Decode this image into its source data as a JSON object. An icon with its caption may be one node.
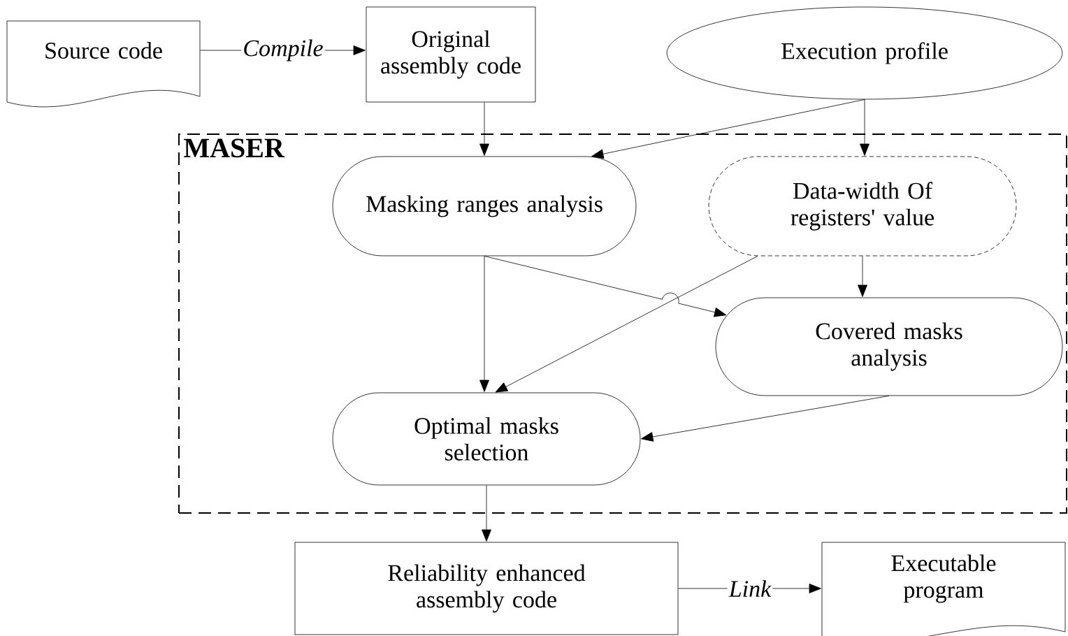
{
  "diagram": {
    "nodes": [
      {
        "text": [
          "Source code"
        ]
      },
      {
        "text": [
          "Original assembly code"
        ]
      },
      {
        "text": [
          "Execution profile"
        ]
      },
      {
        "text": [
          "MASER"
        ]
      },
      {
        "text": [
          "Masking ranges analysis"
        ],
        "in": 3
      },
      {
        "text": [
          "Data-width Of registers' value"
        ],
        "in": 3
      },
      {
        "text": [
          "Covered masks analysis"
        ],
        "in": 3
      },
      {
        "text": [
          "Optimal masks selection"
        ],
        "in": 3
      },
      {
        "text": [
          "Reliability enhanced assembly code"
        ]
      },
      {
        "text": [
          "Executable program"
        ]
      }
    ],
    "edges": [
      {
        "from": 0,
        "to": 1,
        "arrow": "to",
        "label": "Compile"
      },
      {
        "from": 1,
        "to": 4,
        "arrow": "to"
      },
      {
        "from": 2,
        "to": 4,
        "arrow": "to"
      },
      {
        "from": 2,
        "to": 5,
        "arrow": "to"
      },
      {
        "from": 4,
        "to": 7,
        "arrow": "to"
      },
      {
        "from": 4,
        "to": 6,
        "arrow": "to"
      },
      {
        "from": 5,
        "to": 7,
        "arrow": "to"
      },
      {
        "from": 5,
        "to": 6,
        "arrow": "to"
      },
      {
        "from": 6,
        "to": 7,
        "arrow": "to"
      },
      {
        "from": 7,
        "to": 8,
        "arrow": "to"
      },
      {
        "from": 8,
        "to": 9,
        "arrow": "to",
        "label": "Link"
      }
    ]
  }
}
